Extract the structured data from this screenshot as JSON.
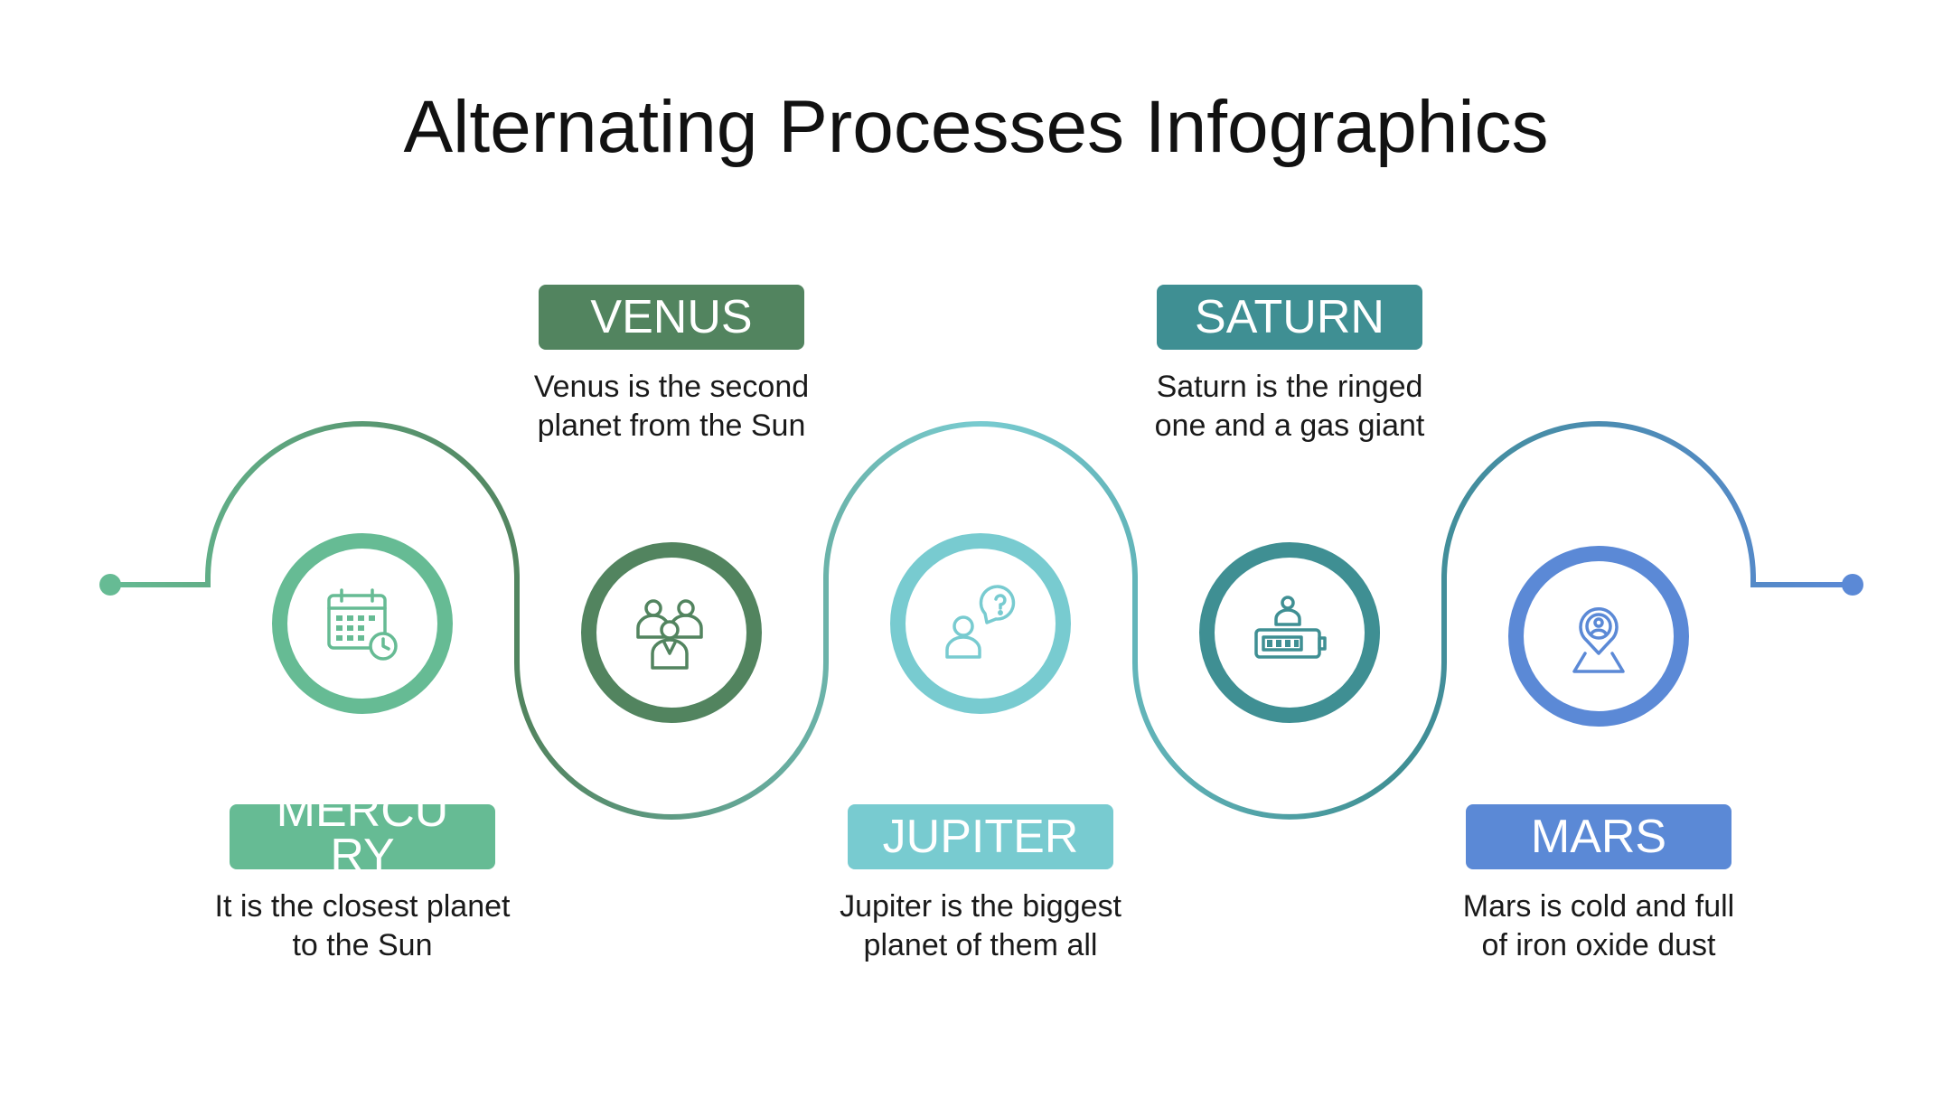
{
  "title": "Alternating Processes Infographics",
  "colors": {
    "mercury": "#66bb94",
    "venus": "#52845f",
    "jupiter": "#78cbd0",
    "saturn": "#3f8f93",
    "mars": "#5b89d6"
  },
  "steps": [
    {
      "label": "MERCURY",
      "description": [
        "It is the closest planet",
        "to the Sun"
      ],
      "icon": "calendar-clock-icon"
    },
    {
      "label": "VENUS",
      "description": [
        "Venus is the second",
        "planet from the Sun"
      ],
      "icon": "team-group-icon"
    },
    {
      "label": "JUPITER",
      "description": [
        "Jupiter is the biggest",
        "planet of them all"
      ],
      "icon": "person-question-icon"
    },
    {
      "label": "SATURN",
      "description": [
        "Saturn is the ringed",
        "one and a gas giant"
      ],
      "icon": "person-battery-icon"
    },
    {
      "label": "MARS",
      "description": [
        "Mars is cold and full",
        "of iron oxide dust"
      ],
      "icon": "location-pin-map-icon"
    }
  ]
}
